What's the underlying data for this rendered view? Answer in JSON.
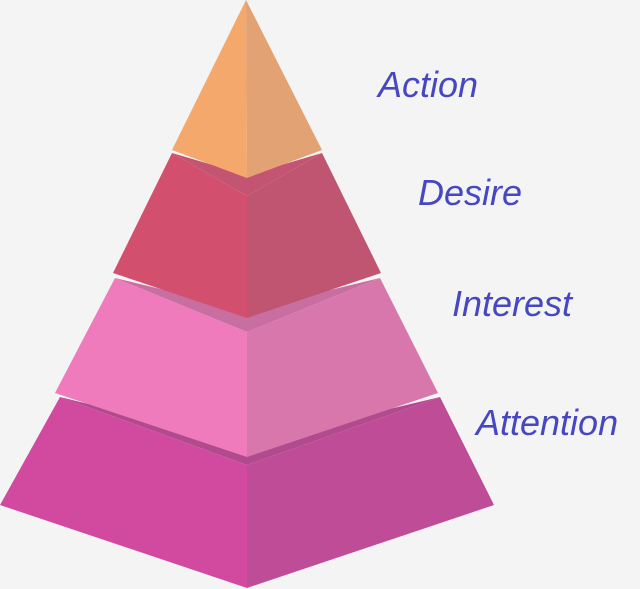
{
  "pyramid": {
    "levels": [
      {
        "label": "Action",
        "left_color": "#f4a86c",
        "right_color": "#e2a273",
        "top_color": null
      },
      {
        "label": "Desire",
        "left_color": "#d2506e",
        "right_color": "#bf5570",
        "top_color": "#c35573"
      },
      {
        "label": "Interest",
        "left_color": "#ef7bbd",
        "right_color": "#d877ac",
        "top_color": "#c86ea0"
      },
      {
        "label": "Attention",
        "left_color": "#d14aa0",
        "right_color": "#bf4c97",
        "top_color": "#b24b8d"
      }
    ]
  }
}
